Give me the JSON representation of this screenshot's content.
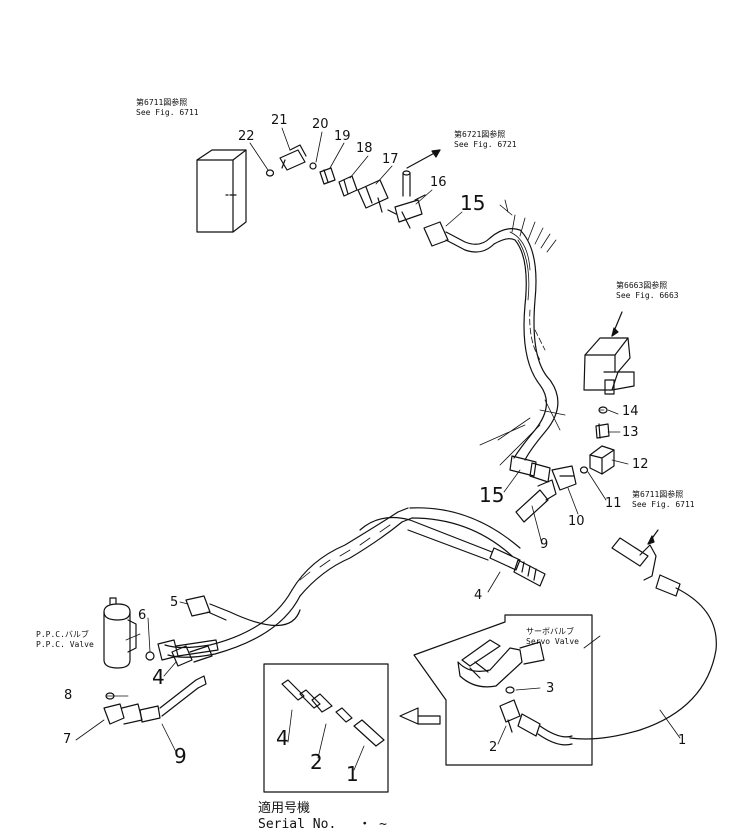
{
  "references": {
    "fig6711_top": {
      "jp": "第6711図参照",
      "en": "See Fig. 6711"
    },
    "fig6721": {
      "jp": "第6721図参照",
      "en": "See Fig. 6721"
    },
    "fig6663": {
      "jp": "第6663図参照",
      "en": "See Fig. 6663"
    },
    "fig6711_right": {
      "jp": "第6711図参照",
      "en": "See Fig. 6711"
    }
  },
  "component_labels": {
    "ppc_valve": {
      "jp": "P.P.C.バルブ",
      "en": "P.P.C. Valve"
    },
    "servo_valve": {
      "jp": "サーボバルブ",
      "en": "Servo Valve"
    }
  },
  "serial": {
    "jp": "適用号機",
    "en": "Serial No.",
    "value": "・ ~"
  },
  "callouts": [
    "1",
    "2",
    "3",
    "4",
    "5",
    "6",
    "7",
    "8",
    "9",
    "10",
    "11",
    "12",
    "13",
    "14",
    "15",
    "16",
    "17",
    "18",
    "19",
    "20",
    "21",
    "22"
  ]
}
